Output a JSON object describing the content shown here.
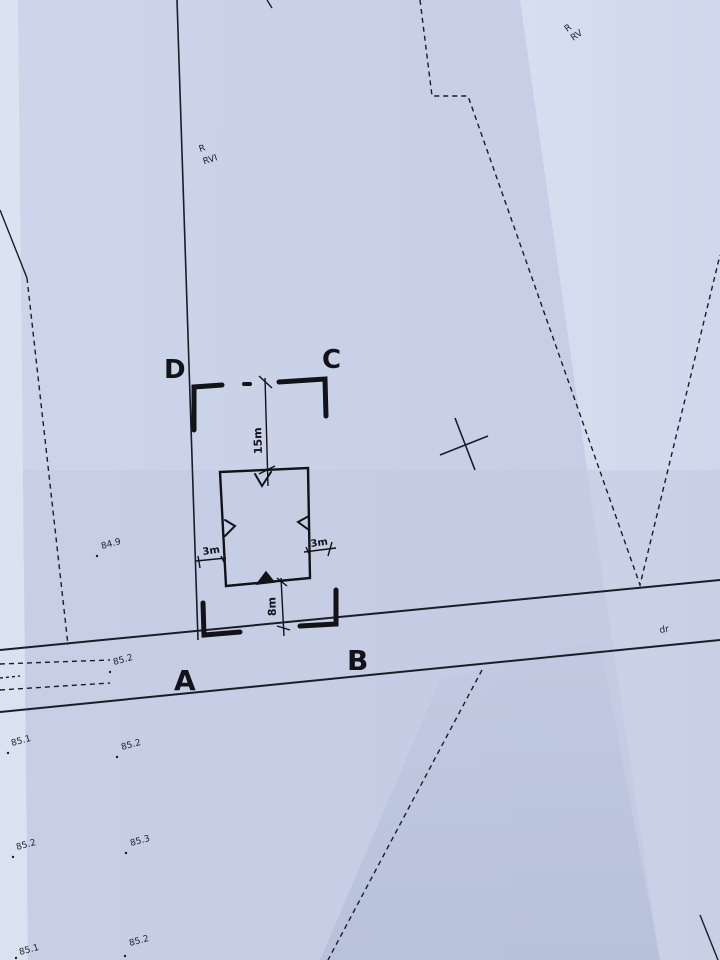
{
  "document": {
    "type": "site plan (photographed printed sheet with hand annotations)",
    "zone_labels": [
      {
        "line1": "R",
        "line2": "RVI"
      },
      {
        "line1": "R",
        "line2": "RV"
      }
    ],
    "road_label": "dr",
    "elevations": [
      "84.9",
      "85.2",
      "85.1",
      "85.2",
      "85.2",
      "85.3",
      "85.1",
      "85.2"
    ],
    "corner_labels": {
      "a": "A",
      "b": "B",
      "c": "C",
      "d": "D"
    },
    "dimensions": {
      "rear_setback": "15m",
      "left_setback": "3m",
      "right_setback": "3m",
      "front_setback": "8m"
    }
  },
  "colors": {
    "paper_light": "#d4dbee",
    "paper_shadow": "#b8c2dc",
    "ink": "#1b1d26",
    "marker": "#111318"
  }
}
